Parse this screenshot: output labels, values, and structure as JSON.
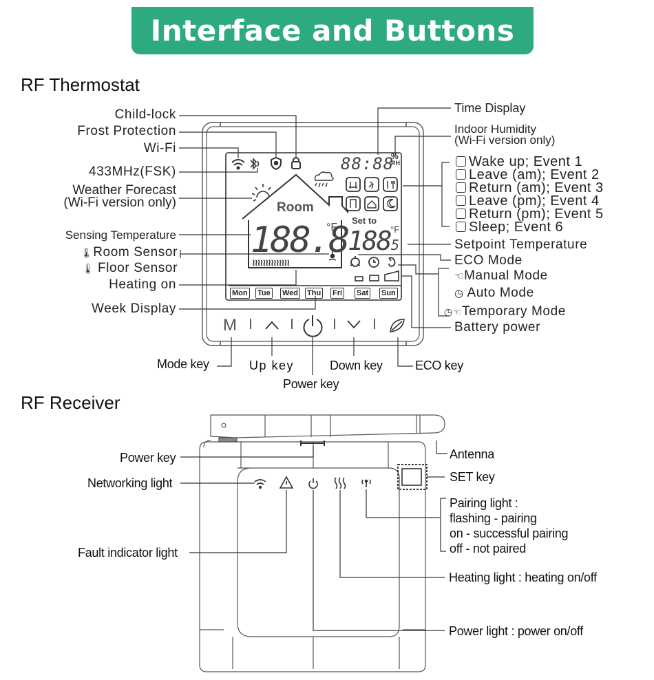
{
  "banner": {
    "title": "Interface and Buttons",
    "color": "#2eab7e"
  },
  "thermostat": {
    "section_title": "RF Thermostat",
    "left_labels": {
      "child_lock": "Child-lock",
      "frost_protection": "Frost Protection",
      "wifi": "Wi-Fi",
      "rf_433": "433MHz(FSK)",
      "weather_1": "Weather Forecast",
      "weather_2": "(Wi-Fi version only)",
      "sensing_temp": "Sensing Temperature",
      "room_sensor": "Room Sensor",
      "floor_sensor": "Floor Sensor",
      "heating_on": "Heating on",
      "week_display": "Week Display"
    },
    "right_labels": {
      "time_display": "Time Display",
      "humidity_1": "Indoor Humidity",
      "humidity_2": "(Wi-Fi version only)",
      "events": [
        {
          "icon": "wake-up-icon",
          "glyph": "⛹",
          "label": "Wake up; Event 1"
        },
        {
          "icon": "leave-am-icon",
          "glyph": "🏃",
          "label": "Leave (am); Event 2"
        },
        {
          "icon": "return-am-icon",
          "glyph": "🍴",
          "label": "Return (am); Event 3"
        },
        {
          "icon": "leave-pm-icon",
          "glyph": "🚪",
          "label": "Leave (pm); Event 4"
        },
        {
          "icon": "return-pm-icon",
          "glyph": "⌂",
          "label": "Return (pm); Event 5"
        },
        {
          "icon": "sleep-icon",
          "glyph": "☾",
          "label": "Sleep; Event 6"
        }
      ],
      "setpoint_temp": "Setpoint Temperature",
      "eco_mode": "ECO Mode",
      "manual_mode": "Manual Mode",
      "auto_mode": "Auto Mode",
      "temporary_mode": "Temporary Mode",
      "battery_power": "Battery power"
    },
    "display": {
      "time": "88:88",
      "humidity_unit_top": "%",
      "humidity_unit_bottom": "RH",
      "room_word": "Room",
      "set_to": "Set to",
      "room_temp": "188.8",
      "room_unit": "°F",
      "set_temp": "188",
      "set_decimal": "5",
      "set_unit": "°F",
      "heating_waves": "≀≀≀≀≀≀≀≀≀≀≀≀≀≀",
      "days": [
        "Mon",
        "Tue",
        "Wed",
        "Thu",
        "Fri",
        "Sat",
        "Sun"
      ]
    },
    "keys": {
      "mode_glyph": "M",
      "up_glyph": "⌃",
      "power_glyph": "⏻",
      "down_glyph": "⌄",
      "mode_key": "Mode key",
      "up_key": "Up key",
      "power_key": "Power key",
      "down_key": "Down key",
      "eco_key": "ECO key"
    }
  },
  "receiver": {
    "section_title": "RF Receiver",
    "labels": {
      "power_key": "Power key",
      "networking_light": "Networking light",
      "fault_light": "Fault indicator light",
      "antenna": "Antenna",
      "set_key": "SET key",
      "pairing_1": "Pairing light  :",
      "pairing_2": "flashing - pairing",
      "pairing_3": "on - successful pairing",
      "pairing_4": "off - not paired",
      "heating_light": "Heating light : heating on/off",
      "power_light": "Power light : power on/off"
    }
  }
}
